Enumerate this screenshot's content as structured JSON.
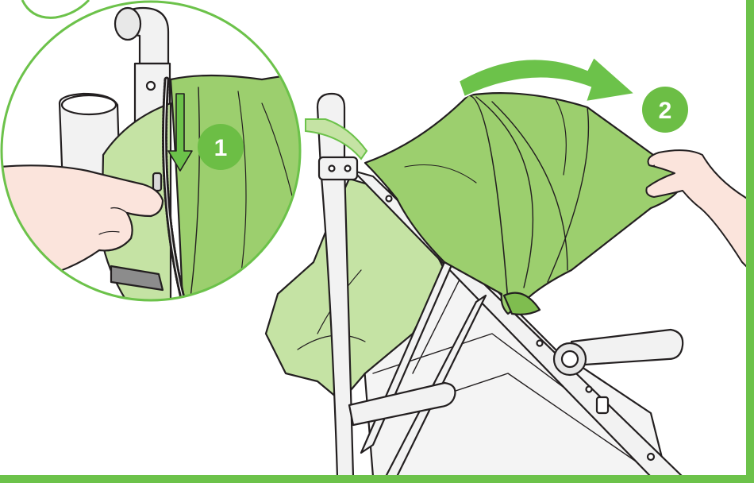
{
  "steps": [
    {
      "number": "1",
      "action": "unzip"
    },
    {
      "number": "2",
      "action": "flip-canopy-forward"
    }
  ],
  "colors": {
    "frame_green": "#6cc24a",
    "canopy_green": "#9ccf6e",
    "canopy_light": "#c5e3a4",
    "step_badge": "#6cbe45",
    "arrow_green": "#6cc24a",
    "skin": "#fbe4dc",
    "outline": "#231f20",
    "frame_grey": "#f2f2f2"
  },
  "icons": [
    "zipper-pull-icon",
    "down-arrow-icon",
    "curved-arrow-icon",
    "hand-icon"
  ]
}
